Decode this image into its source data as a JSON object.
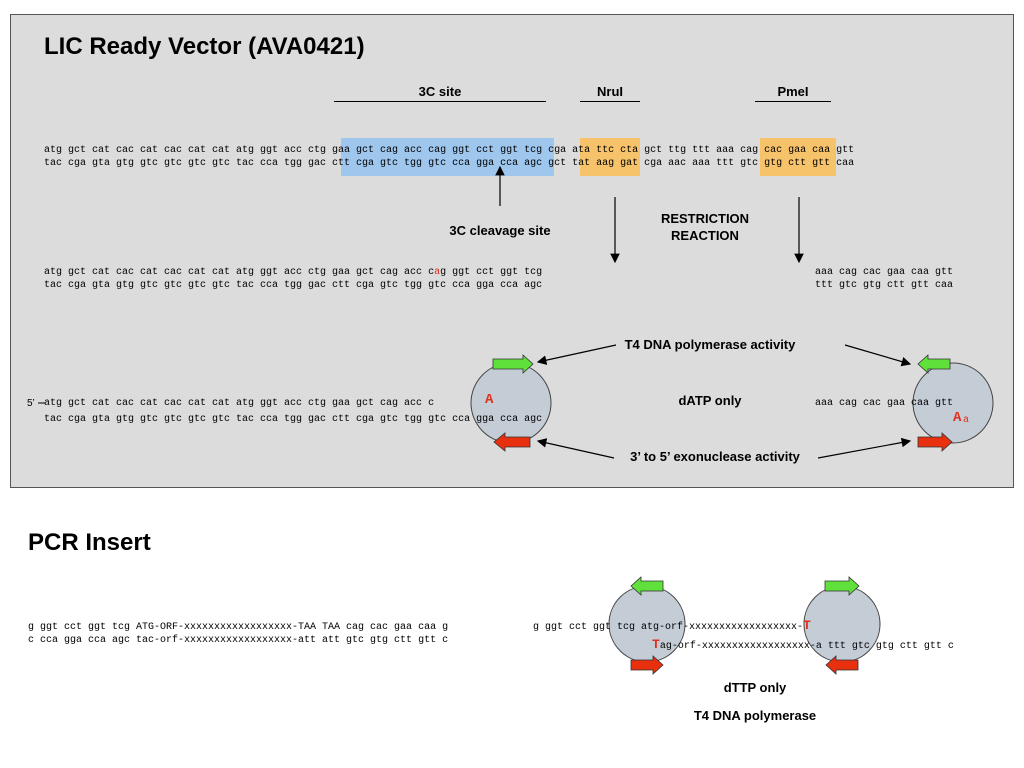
{
  "vector": {
    "title": "LIC Ready Vector (AVA0421)",
    "site_3c": "3C site",
    "site_nrui": "NruI",
    "site_pmei": "PmeI",
    "cleavage_label": "3C cleavage site",
    "restriction_label_1": "RESTRICTION",
    "restriction_label_2": "REACTION",
    "t4_activity": "T4 DNA polymerase activity",
    "datp_only": "dATP only",
    "exo_activity": "3’ to 5’ exonuclease activity",
    "five_prime": "5’",
    "seq_top_full": "atg gct cat cac cat cac cat cat atg ggt acc ctg gaa gct cag acc cag ggt cct ggt tcg cga ata ttc cta gct ttg ttt aaa cag cac gaa caa gtt",
    "seq_bot_full": "tac cga gta gtg gtc gtc gtc gtc tac cca tgg gac ctt cga gtc tgg gtc cca gga cca agc gct tat aag gat cga aac aaa ttt gtc gtg ctt gtt caa",
    "seq_cut_top_left_a": "atg gct cat cac cat cac cat cat atg ggt acc ctg gaa gct cag acc c",
    "seq_cut_top_left_red": "a",
    "seq_cut_top_left_b": "g ggt cct ggt tcg",
    "seq_cut_bot_left": "tac cga gta gtg gtc gtc gtc gtc tac cca tgg gac ctt cga gtc tgg gtc cca gga cca agc",
    "seq_cut_top_right": "aaa cag cac gaa caa gtt",
    "seq_cut_bot_right": "ttt gtc gtg ctt gtt caa",
    "seq_t4_top_left": "atg gct cat cac cat cac cat cat atg ggt acc ctg gaa gct cag acc c",
    "seq_t4_top_left_A": "A",
    "seq_t4_bot_left": "tac cga gta gtg gtc gtc gtc gtc tac cca tgg gac ctt cga gtc tgg gtc cca gga cca agc",
    "seq_t4_top_right": "aaa cag cac gaa caa gtt",
    "seq_t4_bot_right_A": "A",
    "seq_t4_bot_right_a": "a"
  },
  "insert": {
    "title": "PCR Insert",
    "seq_left_top": "g ggt cct ggt tcg ATG-ORF-xxxxxxxxxxxxxxxxxx-TAA TAA cag cac gaa caa g",
    "seq_left_bot": "c cca gga cca agc tac-orf-xxxxxxxxxxxxxxxxxx-att att gtc gtg ctt gtt c",
    "seq_right_top": "g ggt cct ggt tcg atg-orf-xxxxxxxxxxxxxxxxxx-",
    "seq_right_top_T": "T",
    "seq_right_bot_T": "T",
    "seq_right_bot": "ag-orf-xxxxxxxxxxxxxxxxxx-a ttt gtc gtg ctt gtt c",
    "dttp_only": "dTTP only",
    "t4_pol": "T4 DNA polymerase"
  },
  "colors": {
    "panel": "#dcdcdc",
    "highlight_3c": "#9fc7ee",
    "highlight_sites": "#f7c36a",
    "arrow_green": "#5fe03a",
    "arrow_red": "#e8300f",
    "enzyme_circle": "#c4ccd6"
  }
}
